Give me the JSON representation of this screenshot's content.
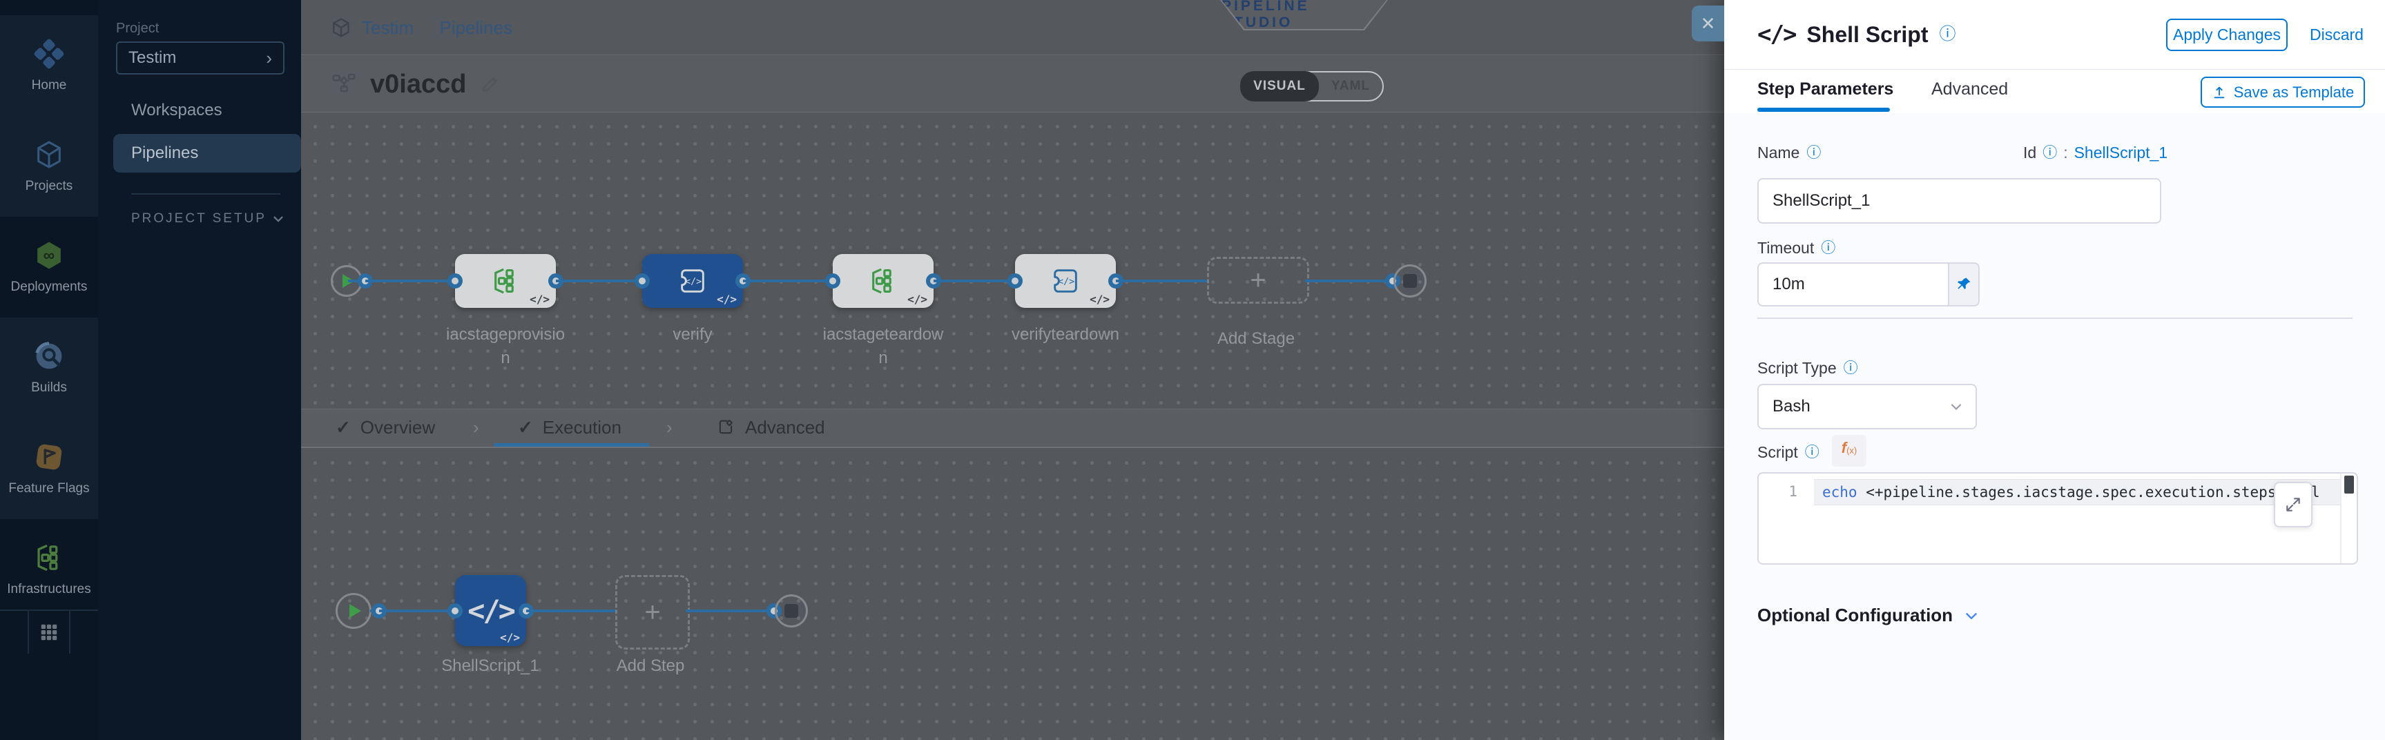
{
  "icons": {
    "check": "✓",
    "chevron_right": "›",
    "close": "✕",
    "code_glyph": "</>",
    "info": "ⓘ",
    "plus": "+"
  },
  "nav": {
    "items": [
      {
        "label": "Home"
      },
      {
        "label": "Projects"
      },
      {
        "label": "Deployments"
      },
      {
        "label": "Builds"
      },
      {
        "label": "Feature Flags"
      },
      {
        "label": "Infrastructures"
      }
    ]
  },
  "project_sidebar": {
    "project_label": "Project",
    "project_name": "Testim",
    "workspaces": "Workspaces",
    "pipelines": "Pipelines",
    "section_label": "PROJECT SETUP"
  },
  "header": {
    "breadcrumb": {
      "org": "Testim",
      "section": "Pipelines"
    },
    "studio_badge": "PIPELINE STUDIO",
    "pipeline_name": "v0iaccd",
    "toggle": {
      "visual": "VISUAL",
      "yaml": "YAML"
    }
  },
  "stage_canvas": {
    "stages": [
      {
        "name": "iacstageprovision"
      },
      {
        "name": "verify"
      },
      {
        "name": "iacstageteardown"
      },
      {
        "name": "verifyteardown"
      }
    ],
    "add_stage_label": "Add Stage"
  },
  "stage_tabs": {
    "overview": "Overview",
    "execution": "Execution",
    "advanced": "Advanced"
  },
  "execution_canvas": {
    "step_name": "ShellScript_1",
    "add_step_label": "Add Step"
  },
  "panel": {
    "title": "Shell Script",
    "apply_label": "Apply Changes",
    "discard_label": "Discard",
    "tab_step_parameters": "Step Parameters",
    "tab_advanced": "Advanced",
    "save_as_template": "Save as Template",
    "name_label": "Name",
    "name_value": "ShellScript_1",
    "id_label": "Id",
    "id_separator": ":",
    "id_value": "ShellScript_1",
    "timeout_label": "Timeout",
    "timeout_value": "10m",
    "script_type_label": "Script Type",
    "script_type_value": "Bash",
    "script_label": "Script",
    "fx_main": "f",
    "fx_sub": "(x)",
    "code": {
      "line_number": "1",
      "keyword": "echo",
      "rest": " <+pipeline.stages.iacstage.spec.execution.steps.appl"
    },
    "optional_configuration": "Optional Configuration"
  },
  "colors": {
    "accent_blue": "#0278d5",
    "selected_node_blue": "#20508f",
    "connector_blue": "#2b6ca3",
    "stage_green": "#3f9a47"
  }
}
